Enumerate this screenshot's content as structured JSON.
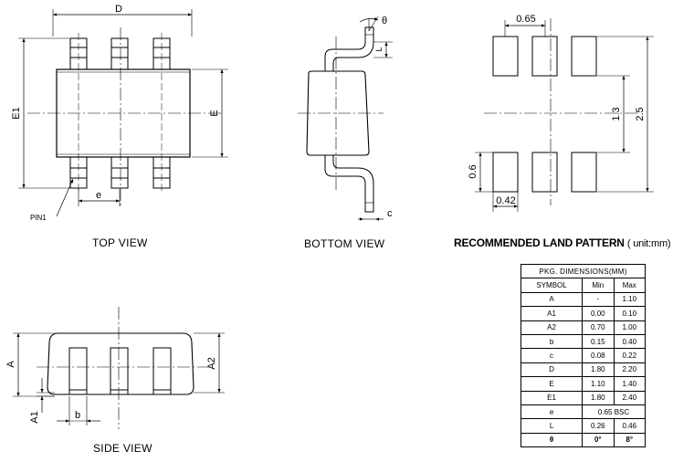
{
  "views": {
    "top": "TOP VIEW",
    "bottom": "BOTTOM VIEW",
    "side": "SIDE VIEW",
    "land_pattern_title": "RECOMMENDED LAND PATTERN",
    "land_pattern_unit": "( unit:mm)"
  },
  "labels": {
    "D": "D",
    "E1": "E1",
    "E": "E",
    "e": "e",
    "pin1": "PIN1",
    "theta": "θ",
    "L": "L",
    "c": "c",
    "A": "A",
    "A1": "A1",
    "A2": "A2",
    "b": "b"
  },
  "land_pattern": {
    "pitch": "0.65",
    "row_gap": "1.3",
    "total": "2.5",
    "pad_length": "0.6",
    "pad_width": "0.42"
  },
  "table": {
    "title": "PKG.  DIMENSIONS(MM)",
    "headers": [
      "SYMBOL",
      "Min",
      "Max"
    ],
    "rows": [
      {
        "symbol": "A",
        "min": "-",
        "max": "1.10"
      },
      {
        "symbol": "A1",
        "min": "0.00",
        "max": "0.10"
      },
      {
        "symbol": "A2",
        "min": "0.70",
        "max": "1.00"
      },
      {
        "symbol": "b",
        "min": "0.15",
        "max": "0.40"
      },
      {
        "symbol": "c",
        "min": "0.08",
        "max": "0.22"
      },
      {
        "symbol": "D",
        "min": "1.80",
        "max": "2.20"
      },
      {
        "symbol": "E",
        "min": "1.10",
        "max": "1.40"
      },
      {
        "symbol": "E1",
        "min": "1.80",
        "max": "2.40"
      },
      {
        "symbol": "e",
        "span": "0.65 BSC"
      },
      {
        "symbol": "L",
        "min": "0.26",
        "max": "0.46"
      },
      {
        "symbol": "θ",
        "min": "0°",
        "max": "8°"
      }
    ]
  }
}
